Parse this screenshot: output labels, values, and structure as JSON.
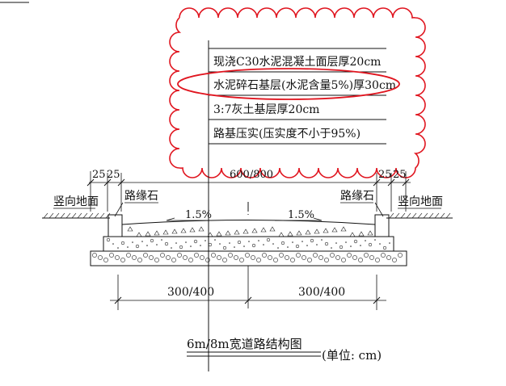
{
  "layers": [
    "现浇C30水泥混凝土面层厚20cm",
    "水泥碎石基层(水泥含量5%)厚30cm",
    "3:7灰土基层厚20cm",
    "路基压实(压实度不小于95%)"
  ],
  "top_dims": {
    "left_a": "25",
    "left_b": "25",
    "center": "600/800",
    "right_a": "25",
    "right_b": "25"
  },
  "labels": {
    "left_ground": "竖向地面",
    "left_curb": "路缘石",
    "right_curb": "路缘石",
    "right_ground": "竖向地面"
  },
  "slopes": {
    "left": "1.5%",
    "right": "1.5%"
  },
  "bottom_dims": {
    "left": "300/400",
    "right": "300/400"
  },
  "title": "6m/8m宽道路结构图",
  "unit": "(单位: cm)",
  "colors": {
    "line": "#111111",
    "cloud": "#e0151f",
    "highlight": "#e0151f"
  }
}
